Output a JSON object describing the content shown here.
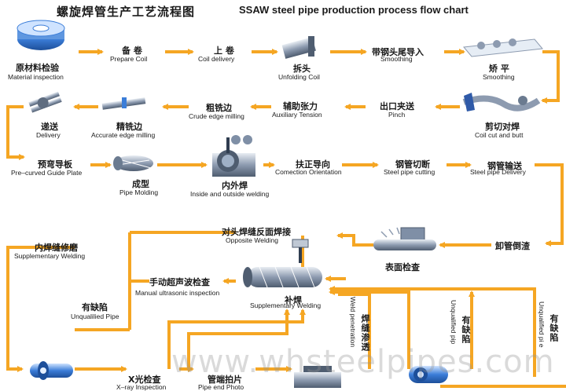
{
  "title": {
    "cn": "螺旋焊管生产工艺流程图",
    "en": "SSAW steel pipe production process flow chart"
  },
  "steps": {
    "material_inspection": {
      "cn": "原材料检验",
      "en": "Material inspection"
    },
    "prepare_coil": {
      "cn": "备 卷",
      "en": "Prepare  Coil"
    },
    "coil_delivery": {
      "cn": "上 卷",
      "en": "Coil  delivery"
    },
    "unfolding_coil": {
      "cn": "拆头",
      "en": "Unfolding Coil"
    },
    "smoothing_tail": {
      "cn": "带钢头尾导入",
      "en": "Smoothing"
    },
    "smoothing": {
      "cn": "矫 平",
      "en": "Smoothing"
    },
    "coil_cut_butt": {
      "cn": "剪切对焊",
      "en": "Coil cut and butt"
    },
    "pinch": {
      "cn": "出口夹送",
      "en": "Pinch"
    },
    "auxiliary_tension": {
      "cn": "辅助张力",
      "en": "Auxiliary Tension"
    },
    "crude_edge_milling": {
      "cn": "粗铣边",
      "en": "Crude edge milling"
    },
    "accurate_edge_milling": {
      "cn": "精铣边",
      "en": "Accurate edge milling"
    },
    "delivery": {
      "cn": "递送",
      "en": "Delivery"
    },
    "pre_curved_guide": {
      "cn": "预弯导板",
      "en": "Pre–curved Guide Plate"
    },
    "pipe_molding": {
      "cn": "成型",
      "en": "Pipe Molding"
    },
    "inside_outside_welding": {
      "cn": "内外焊",
      "en": "Inside and outside welding"
    },
    "correction_orientation": {
      "cn": "扶正导向",
      "en": "Comection Orientation"
    },
    "pipe_cutting": {
      "cn": "钢管切断",
      "en": "Steel pipe cutting"
    },
    "pipe_delivery": {
      "cn": "钢管输送",
      "en": "Steel pipe Delivery"
    },
    "unloading": {
      "cn": "卸管倒渣",
      "en": ""
    },
    "surface_inspection": {
      "cn": "表面检查",
      "en": ""
    },
    "opposite_welding": {
      "cn": "对头焊缝反面焊接",
      "en": "Opposite Welding"
    },
    "supplementary_welding_top": {
      "cn": "内焊缝修磨",
      "en": "Supplementary Welding"
    },
    "manual_ultrasonic": {
      "cn": "手动超声波检查",
      "en": "Manual ultrasonic inspection"
    },
    "supplementary_welding": {
      "cn": "补焊",
      "en": "Supplementary Welding"
    },
    "unqualified_pipe": {
      "cn": "有缺陷",
      "en": "Unqualilied Pipe"
    },
    "weld_penetration": {
      "cn": "焊缝渗透",
      "en": "Weld penetration"
    },
    "unqualified_mid": {
      "cn": "有缺陷",
      "en": "Unqualified pip"
    },
    "unqualified_right": {
      "cn": "有缺陷",
      "en": "Unqualified pi e"
    },
    "xray": {
      "cn": "X光检查",
      "en": "X–ray Inspection"
    },
    "pipe_end_photo": {
      "cn": "管端拍片",
      "en": "Pipe end Photo"
    }
  },
  "watermark": "www.whsteelpipes.com",
  "colors": {
    "arrow": "#f5a623",
    "text": "#1a1a1a",
    "metal": "#7f8fa6",
    "blue": "#3b7dd8"
  }
}
